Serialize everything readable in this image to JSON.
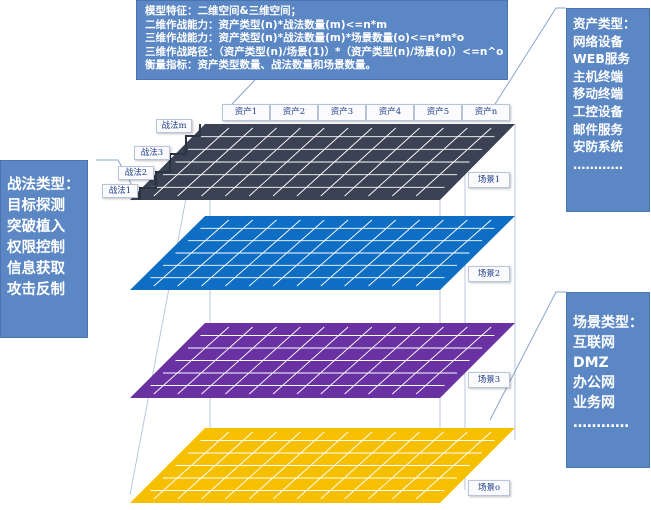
{
  "model_box": {
    "lines": [
      "模型特征：二维空间&三维空间；",
      "二维作战能力：资产类型(n)*战法数量(m)<=n*m",
      "三维作战能力：资产类型(n)*战法数量(m)*场景数量(o)<=n*m*o",
      "三维作战路径：（资产类型(n)/场景(1)）*（资产类型(n)/场景(o)）<=n^o",
      "衡量指标：资产类型数量、战法数量和场景数量。"
    ]
  },
  "tactics_box": {
    "title": "战法类型：",
    "items": [
      "目标探测",
      "突破植入",
      "权限控制",
      "信息获取",
      "攻击反制"
    ]
  },
  "asset_box": {
    "title": "资产类型：",
    "items": [
      "网络设备",
      "WEB服务",
      "主机终端",
      "移动终端",
      "工控设备",
      "邮件服务",
      "安防系统",
      "…………"
    ]
  },
  "scene_box": {
    "title": "场景类型：",
    "items": [
      "互联网",
      "DMZ",
      "办公网",
      "业务网",
      "…………"
    ]
  },
  "asset_labels": [
    "资产1",
    "资产2",
    "资产3",
    "资产4",
    "资产5",
    "资产n"
  ],
  "tactic_labels": [
    "战法m",
    "战法3",
    "战法2",
    "战法1"
  ],
  "scene_labels": [
    "场景1",
    "场景2",
    "场景3",
    "场景o"
  ],
  "colors": {
    "box_bg": "#5b87c5",
    "layer_1": "#3a4254",
    "layer_2": "#0d6ec3",
    "layer_3": "#6a31a3",
    "layer_4": "#f6bf00"
  }
}
